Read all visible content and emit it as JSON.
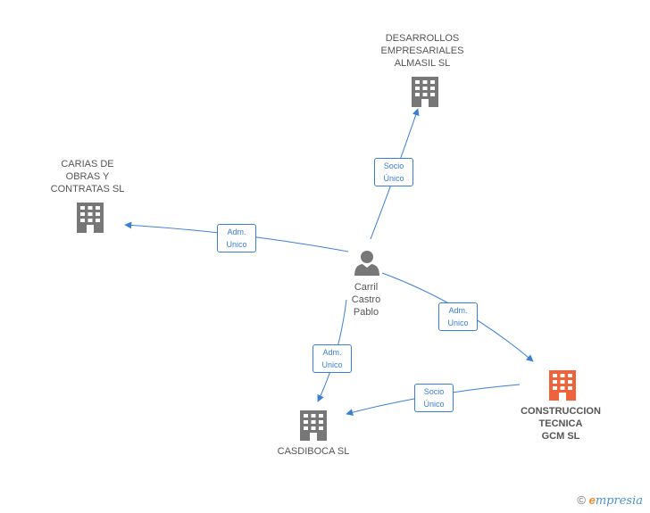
{
  "nodes": {
    "desarrollos": {
      "label": "DESARROLLOS\nEMPRESARIALES\nALMASIL SL"
    },
    "carias": {
      "label": "CARIAS DE\nOBRAS Y\nCONTRATAS  SL"
    },
    "person": {
      "label": "Carril\nCastro\nPablo"
    },
    "construccion": {
      "label": "CONSTRUCCION\nTECNICA\nGCM  SL"
    },
    "casdiboca": {
      "label": "CASDIBOCA SL"
    }
  },
  "edges": {
    "to_desarrollos": {
      "label": "Socio\nÚnico"
    },
    "to_carias": {
      "label": "Adm.\nUnico"
    },
    "to_construccion": {
      "label": "Adm.\nUnico"
    },
    "to_casdiboca": {
      "label": "Adm.\nUnico"
    },
    "construccion_to_casdiboca": {
      "label": "Socio\nÚnico"
    }
  },
  "colors": {
    "edge": "#3a7fd6",
    "building_default": "#777777",
    "building_highlight": "#f0623a"
  },
  "footer": {
    "copyright": "©",
    "brand_e": "e",
    "brand_rest": "mpresia"
  }
}
